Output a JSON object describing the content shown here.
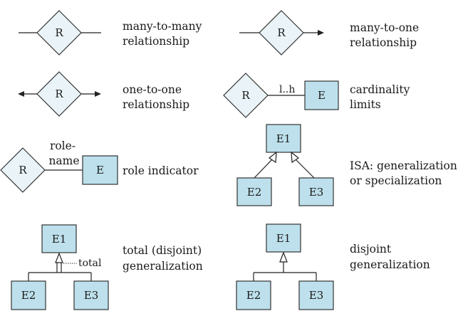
{
  "legend": {
    "many_to_many": {
      "symbol": "R",
      "desc_1": "many-to-many",
      "desc_2": "relationship"
    },
    "many_to_one": {
      "symbol": "R",
      "desc_1": "many-to-one",
      "desc_2": "relationship"
    },
    "one_to_one": {
      "symbol": "R",
      "desc_1": "one-to-one",
      "desc_2": "relationship"
    },
    "cardinality": {
      "rel": "R",
      "entity": "E",
      "limit": "l..h",
      "desc_1": "cardinality",
      "desc_2": "limits"
    },
    "role": {
      "rel": "R",
      "entity": "E",
      "role_1": "role-",
      "role_2": "name",
      "desc": "role indicator"
    },
    "isa": {
      "top": "E1",
      "left": "E2",
      "right": "E3",
      "desc_1": "ISA: generalization",
      "desc_2": "or specialization"
    },
    "total": {
      "top": "E1",
      "left": "E2",
      "right": "E3",
      "note": "total",
      "desc_1": "total (disjoint)",
      "desc_2": "generalization"
    },
    "disjoint": {
      "top": "E1",
      "left": "E2",
      "right": "E3",
      "desc_1": "disjoint",
      "desc_2": "generalization"
    }
  }
}
